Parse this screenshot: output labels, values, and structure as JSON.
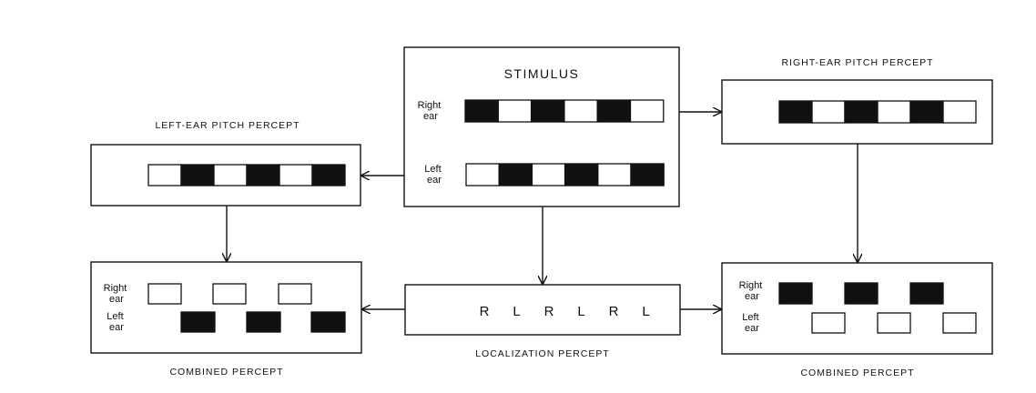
{
  "stimulus": {
    "title": "STIMULUS",
    "right_ear_label": [
      "Right",
      "ear"
    ],
    "left_ear_label": [
      "Left",
      "ear"
    ],
    "right_ear_pattern": [
      "B",
      "W",
      "B",
      "W",
      "B",
      "W"
    ],
    "left_ear_pattern": [
      "W",
      "B",
      "W",
      "B",
      "W",
      "B"
    ]
  },
  "left_pitch": {
    "title": "LEFT-EAR PITCH PERCEPT",
    "pattern": [
      "W",
      "B",
      "W",
      "B",
      "W",
      "B"
    ]
  },
  "right_pitch": {
    "title": "RIGHT-EAR PITCH PERCEPT",
    "pattern": [
      "B",
      "W",
      "B",
      "W",
      "B",
      "W"
    ]
  },
  "localization": {
    "title": "LOCALIZATION PERCEPT",
    "letters": [
      "R",
      "L",
      "R",
      "L",
      "R",
      "L"
    ]
  },
  "combined_left": {
    "title": "COMBINED PERCEPT",
    "right_ear_label": [
      "Right",
      "ear"
    ],
    "left_ear_label": [
      "Left",
      "ear"
    ],
    "right_row": [
      "W",
      "W",
      "W"
    ],
    "left_row": [
      "B",
      "B",
      "B"
    ]
  },
  "combined_right": {
    "title": "COMBINED PERCEPT",
    "right_ear_label": [
      "Right",
      "ear"
    ],
    "left_ear_label": [
      "Left",
      "ear"
    ],
    "right_row": [
      "B",
      "B",
      "B"
    ],
    "left_row": [
      "W",
      "W",
      "W"
    ]
  },
  "colors": {
    "stroke": "#111111",
    "filled": "#111111",
    "empty": "#ffffff"
  }
}
